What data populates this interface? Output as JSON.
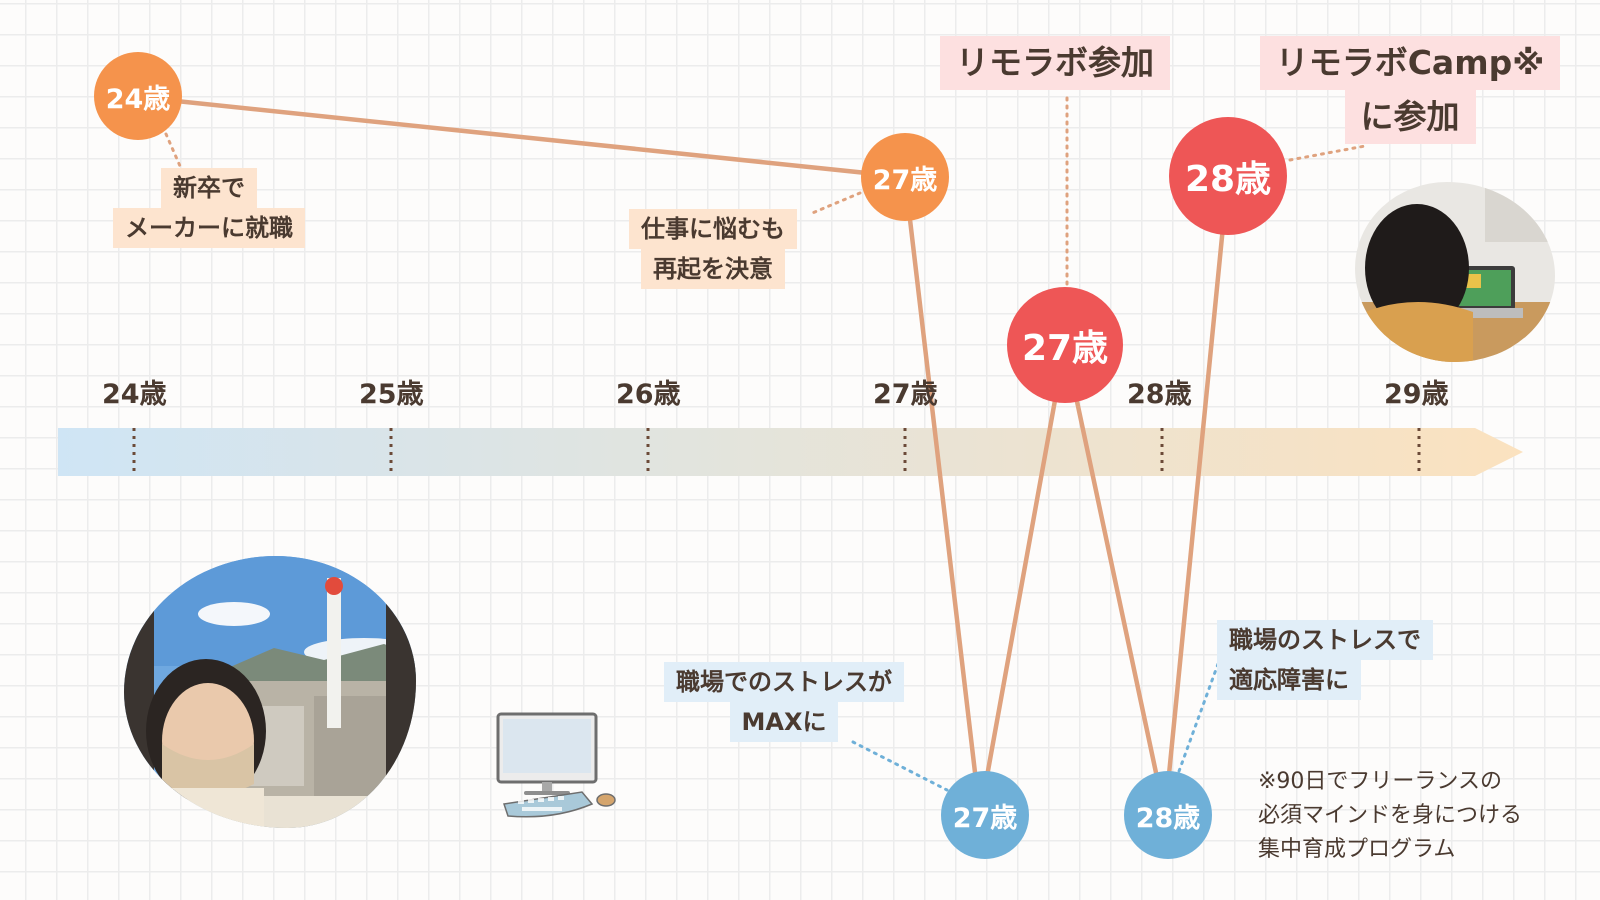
{
  "axis": {
    "ticks": [
      "24歳",
      "25歳",
      "26歳",
      "27歳",
      "28歳",
      "29歳"
    ]
  },
  "events": {
    "e1": {
      "age": "24歳",
      "label": [
        "新卒で",
        "メーカーに就職"
      ]
    },
    "e2": {
      "age": "27歳",
      "label": [
        "仕事に悩むも",
        "再起を決意"
      ]
    },
    "e3": {
      "age": "27歳",
      "label": [
        "職場でのストレスが",
        "MAXに"
      ]
    },
    "e4": {
      "age": "27歳",
      "label": [
        "リモラボ参加"
      ]
    },
    "e5": {
      "age": "28歳",
      "label": [
        "職場のストレスで",
        "適応障害に"
      ]
    },
    "e6": {
      "age": "28歳",
      "label": [
        "リモラボCamp※",
        "に参加"
      ]
    }
  },
  "footnote": [
    "※90日でフリーランスの",
    "必須マインドを身につける",
    "集中育成プログラム"
  ],
  "colors": {
    "orange": "#f5934c",
    "red": "#ee5656",
    "blue": "#6fb0d8",
    "line": "#dfa27e",
    "arrow_start": "#cfe5f5",
    "arrow_end": "#fbe2bf"
  },
  "images": [
    "person-with-kyoto-tower-photo",
    "computer-illustration",
    "person-at-laptop-photo"
  ]
}
